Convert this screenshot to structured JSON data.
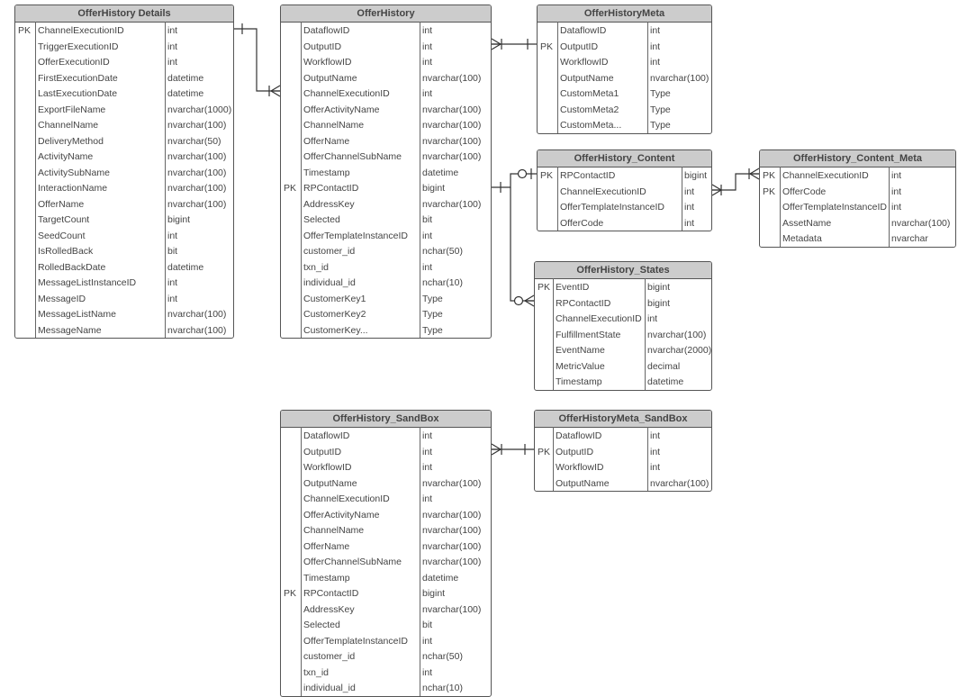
{
  "tables": [
    {
      "id": "details",
      "title": "OfferHistory  Details",
      "rows": [
        [
          "PK",
          "ChannelExecutionID",
          "int"
        ],
        [
          "",
          "TriggerExecutionID",
          "int"
        ],
        [
          "",
          "OfferExecutionID",
          "int"
        ],
        [
          "",
          "FirstExecutionDate",
          "datetime"
        ],
        [
          "",
          "LastExecutionDate",
          "datetime"
        ],
        [
          "",
          "ExportFileName",
          "nvarchar(1000)"
        ],
        [
          "",
          "ChannelName",
          "nvarchar(100)"
        ],
        [
          "",
          "DeliveryMethod",
          "nvarchar(50)"
        ],
        [
          "",
          "ActivityName",
          "nvarchar(100)"
        ],
        [
          "",
          "ActivitySubName",
          "nvarchar(100)"
        ],
        [
          "",
          "InteractionName",
          "nvarchar(100)"
        ],
        [
          "",
          "OfferName",
          "nvarchar(100)"
        ],
        [
          "",
          "TargetCount",
          "bigint"
        ],
        [
          "",
          "SeedCount",
          "int"
        ],
        [
          "",
          "IsRolledBack",
          "bit"
        ],
        [
          "",
          "RolledBackDate",
          "datetime"
        ],
        [
          "",
          "MessageListInstanceID",
          "int"
        ],
        [
          "",
          "MessageID",
          "int"
        ],
        [
          "",
          "MessageListName",
          "nvarchar(100)"
        ],
        [
          "",
          "MessageName",
          "nvarchar(100)"
        ]
      ]
    },
    {
      "id": "offerhistory",
      "title": "OfferHistory",
      "rows": [
        [
          "",
          "DataflowID",
          "int"
        ],
        [
          "",
          "OutputID",
          "int"
        ],
        [
          "",
          "WorkflowID",
          "int"
        ],
        [
          "",
          "OutputName",
          "nvarchar(100)"
        ],
        [
          "",
          "ChannelExecutionID",
          "int"
        ],
        [
          "",
          "OfferActivityName",
          "nvarchar(100)"
        ],
        [
          "",
          "ChannelName",
          "nvarchar(100)"
        ],
        [
          "",
          "OfferName",
          "nvarchar(100)"
        ],
        [
          "",
          "OfferChannelSubName",
          "nvarchar(100)"
        ],
        [
          "",
          "Timestamp",
          "datetime"
        ],
        [
          "PK",
          "RPContactID",
          "bigint"
        ],
        [
          "",
          "AddressKey",
          "nvarchar(100)"
        ],
        [
          "",
          "Selected",
          "bit"
        ],
        [
          "",
          "OfferTemplateInstanceID",
          "int"
        ],
        [
          "",
          "customer_id",
          "nchar(50)"
        ],
        [
          "",
          "txn_id",
          "int"
        ],
        [
          "",
          "individual_id",
          "nchar(10)"
        ],
        [
          "",
          "CustomerKey1",
          "Type"
        ],
        [
          "",
          "CustomerKey2",
          "Type"
        ],
        [
          "",
          "CustomerKey...",
          "Type"
        ]
      ]
    },
    {
      "id": "meta",
      "title": "OfferHistoryMeta",
      "rows": [
        [
          "",
          "DataflowID",
          "int"
        ],
        [
          "PK",
          "OutputID",
          "int"
        ],
        [
          "",
          "WorkflowID",
          "int"
        ],
        [
          "",
          "OutputName",
          "nvarchar(100)"
        ],
        [
          "",
          "CustomMeta1",
          "Type"
        ],
        [
          "",
          "CustomMeta2",
          "Type"
        ],
        [
          "",
          "CustomMeta...",
          "Type"
        ]
      ]
    },
    {
      "id": "content",
      "title": "OfferHistory_Content",
      "rows": [
        [
          "PK",
          "RPContactID",
          "bigint"
        ],
        [
          "",
          "ChannelExecutionID",
          "int"
        ],
        [
          "",
          "OfferTemplateInstanceID",
          "int"
        ],
        [
          "",
          "OfferCode",
          "int"
        ]
      ]
    },
    {
      "id": "contentmeta",
      "title": "OfferHistory_Content_Meta",
      "rows": [
        [
          "PK",
          "ChannelExecutionID",
          "int"
        ],
        [
          "PK",
          "OfferCode",
          "int"
        ],
        [
          "",
          "OfferTemplateInstanceID",
          "int"
        ],
        [
          "",
          "AssetName",
          "nvarchar(100)"
        ],
        [
          "",
          "Metadata",
          "nvarchar"
        ]
      ]
    },
    {
      "id": "states",
      "title": "OfferHistory_States",
      "rows": [
        [
          "PK",
          "EventID",
          "bigint"
        ],
        [
          "",
          "RPContactID",
          "bigint"
        ],
        [
          "",
          "ChannelExecutionID",
          "int"
        ],
        [
          "",
          "FulfillmentState",
          "nvarchar(100)"
        ],
        [
          "",
          "EventName",
          "nvarchar(2000)"
        ],
        [
          "",
          "MetricValue",
          "decimal"
        ],
        [
          "",
          "Timestamp",
          "datetime"
        ]
      ]
    },
    {
      "id": "sandbox",
      "title": "OfferHistory_SandBox",
      "rows": [
        [
          "",
          "DataflowID",
          "int"
        ],
        [
          "",
          "OutputID",
          "int"
        ],
        [
          "",
          "WorkflowID",
          "int"
        ],
        [
          "",
          "OutputName",
          "nvarchar(100)"
        ],
        [
          "",
          "ChannelExecutionID",
          "int"
        ],
        [
          "",
          "OfferActivityName",
          "nvarchar(100)"
        ],
        [
          "",
          "ChannelName",
          "nvarchar(100)"
        ],
        [
          "",
          "OfferName",
          "nvarchar(100)"
        ],
        [
          "",
          "OfferChannelSubName",
          "nvarchar(100)"
        ],
        [
          "",
          "Timestamp",
          "datetime"
        ],
        [
          "PK",
          "RPContactID",
          "bigint"
        ],
        [
          "",
          "AddressKey",
          "nvarchar(100)"
        ],
        [
          "",
          "Selected",
          "bit"
        ],
        [
          "",
          "OfferTemplateInstanceID",
          "int"
        ],
        [
          "",
          "customer_id",
          "nchar(50)"
        ],
        [
          "",
          "txn_id",
          "int"
        ],
        [
          "",
          "individual_id",
          "nchar(10)"
        ]
      ]
    },
    {
      "id": "metasandbox",
      "title": "OfferHistoryMeta_SandBox",
      "rows": [
        [
          "",
          "DataflowID",
          "int"
        ],
        [
          "PK",
          "OutputID",
          "int"
        ],
        [
          "",
          "WorkflowID",
          "int"
        ],
        [
          "",
          "OutputName",
          "nvarchar(100)"
        ]
      ]
    }
  ],
  "relationships": [
    {
      "from": "details",
      "to": "offerhistory",
      "from_end": "one-mandatory",
      "to_end": "many"
    },
    {
      "from": "offerhistory",
      "to": "meta",
      "from_end": "many",
      "to_end": "one-mandatory"
    },
    {
      "from": "offerhistory",
      "to": "content",
      "from_end": "one-mandatory",
      "to_end": "zero-or-one"
    },
    {
      "from": "offerhistory",
      "to": "states",
      "from_end": "one-mandatory",
      "to_end": "zero-or-many"
    },
    {
      "from": "content",
      "to": "contentmeta",
      "from_end": "many",
      "to_end": "many"
    },
    {
      "from": "sandbox",
      "to": "metasandbox",
      "from_end": "many",
      "to_end": "one-mandatory"
    }
  ]
}
